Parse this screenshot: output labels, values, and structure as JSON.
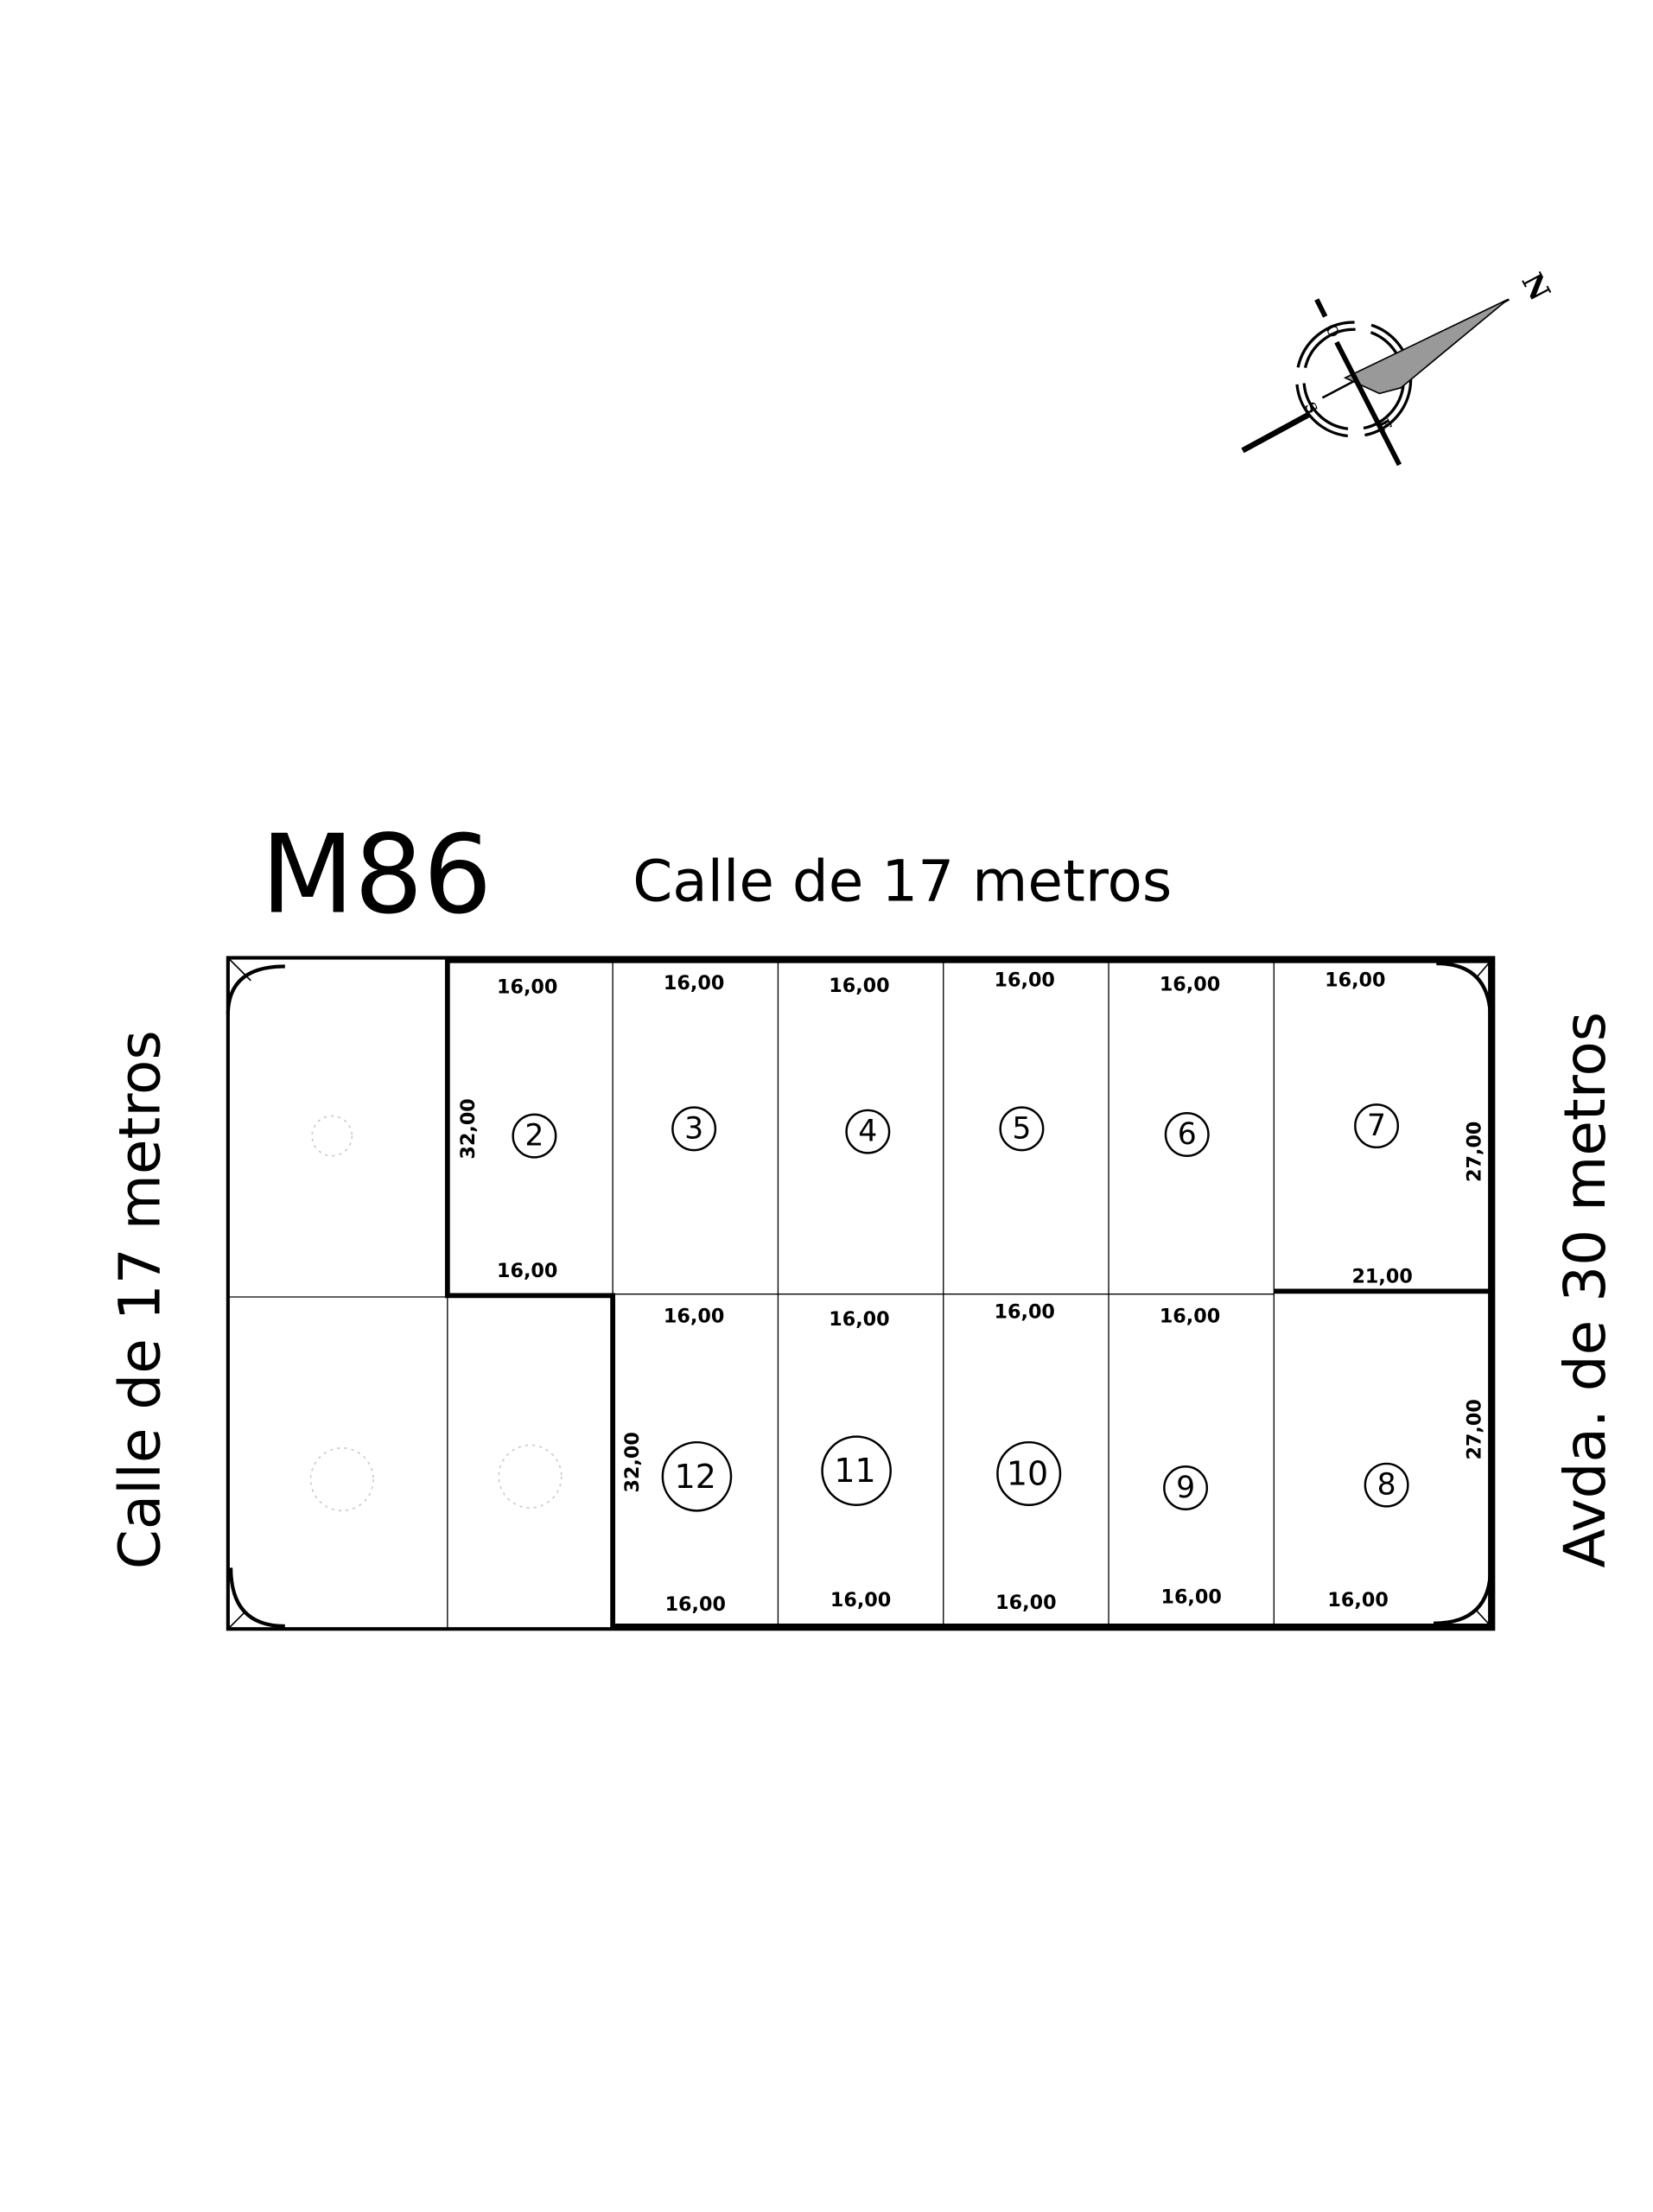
{
  "block": {
    "title": "M86",
    "streets": {
      "top": "Calle de 17 metros",
      "left": "Calle de 17 metros",
      "right": "Avda. de 30 metros"
    }
  },
  "compass": {
    "north": "N",
    "west": "O",
    "south": "S",
    "east": "E"
  },
  "lots": [
    "2",
    "3",
    "4",
    "5",
    "6",
    "7",
    "8",
    "9",
    "10",
    "11",
    "12"
  ],
  "dimensions": {
    "top_row_fronts": [
      "16,00",
      "16,00",
      "16,00",
      "16,00",
      "16,00",
      "16,00"
    ],
    "lot2_back": "16,00",
    "lot7_back": "21,00",
    "bottom_row_backs": [
      "16,00",
      "16,00",
      "16,00",
      "16,00"
    ],
    "bottom_row_fronts": [
      "16,00",
      "16,00",
      "16,00",
      "16,00",
      "16,00"
    ],
    "lot2_depth": "32,00",
    "lot12_depth": "32,00",
    "lot7_depth": "27,00",
    "lot8_depth": "27,00"
  },
  "colors": {
    "ink": "#000000",
    "paper": "#ffffff",
    "faint": "#c8c8c8"
  }
}
